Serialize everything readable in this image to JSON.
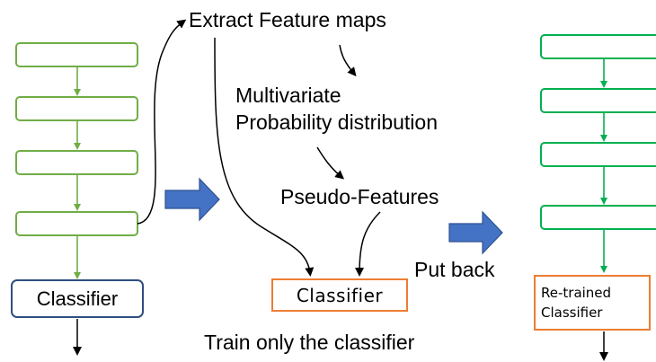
{
  "labels": {
    "extract": "Extract Feature maps",
    "multivariate_line1": "Multivariate",
    "multivariate_line2": "Probability distribution",
    "pseudo": "Pseudo-Features",
    "put_back": "Put back",
    "train_only": "Train only the classifier"
  },
  "boxes": {
    "classifier_original": "Classifier",
    "classifier_middle": "Classifier",
    "retrained_line1": "Re-trained",
    "retrained_line2": "Classifier"
  },
  "colors": {
    "layer_green_left": "#70ad47",
    "layer_green_right": "#00b050",
    "classifier_border_blue": "#2f4f7f",
    "classifier_border_orange": "#ed7d31",
    "arrow_blue_fill": "#4472c4",
    "arrow_blue_stroke": "#2f528f"
  }
}
